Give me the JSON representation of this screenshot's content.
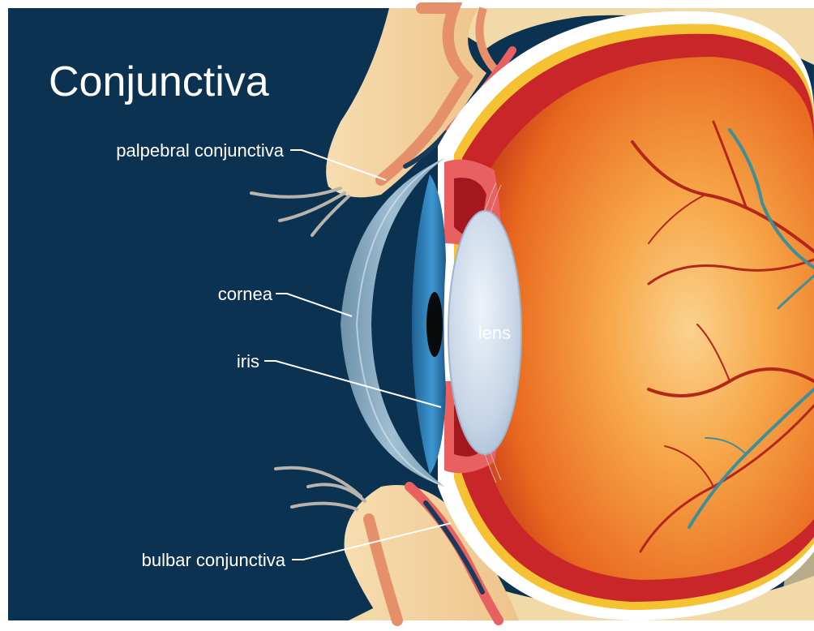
{
  "title": "Conjunctiva",
  "labels": {
    "palpebral": "palpebral conjunctiva",
    "cornea": "cornea",
    "iris": "iris",
    "lens": "lens",
    "bulbar": "bulbar conjunctiva"
  },
  "colors": {
    "background": "#0b3250",
    "eyelid_skin": "#f2cf9a",
    "eyelid_edge": "#e58f6a",
    "conjunctiva": "#e8605f",
    "sclera": "#ffffff",
    "choroid": "#c9262a",
    "retina": "#f08a2c",
    "cornea": "#8eb1c6",
    "iris": "#2f7fb8",
    "lens": "#c8d8ea",
    "vessel_red": "#b3271b",
    "vessel_teal": "#3f8f96"
  },
  "icons": [
    "eyelash-strands",
    "retinal-vessels"
  ]
}
